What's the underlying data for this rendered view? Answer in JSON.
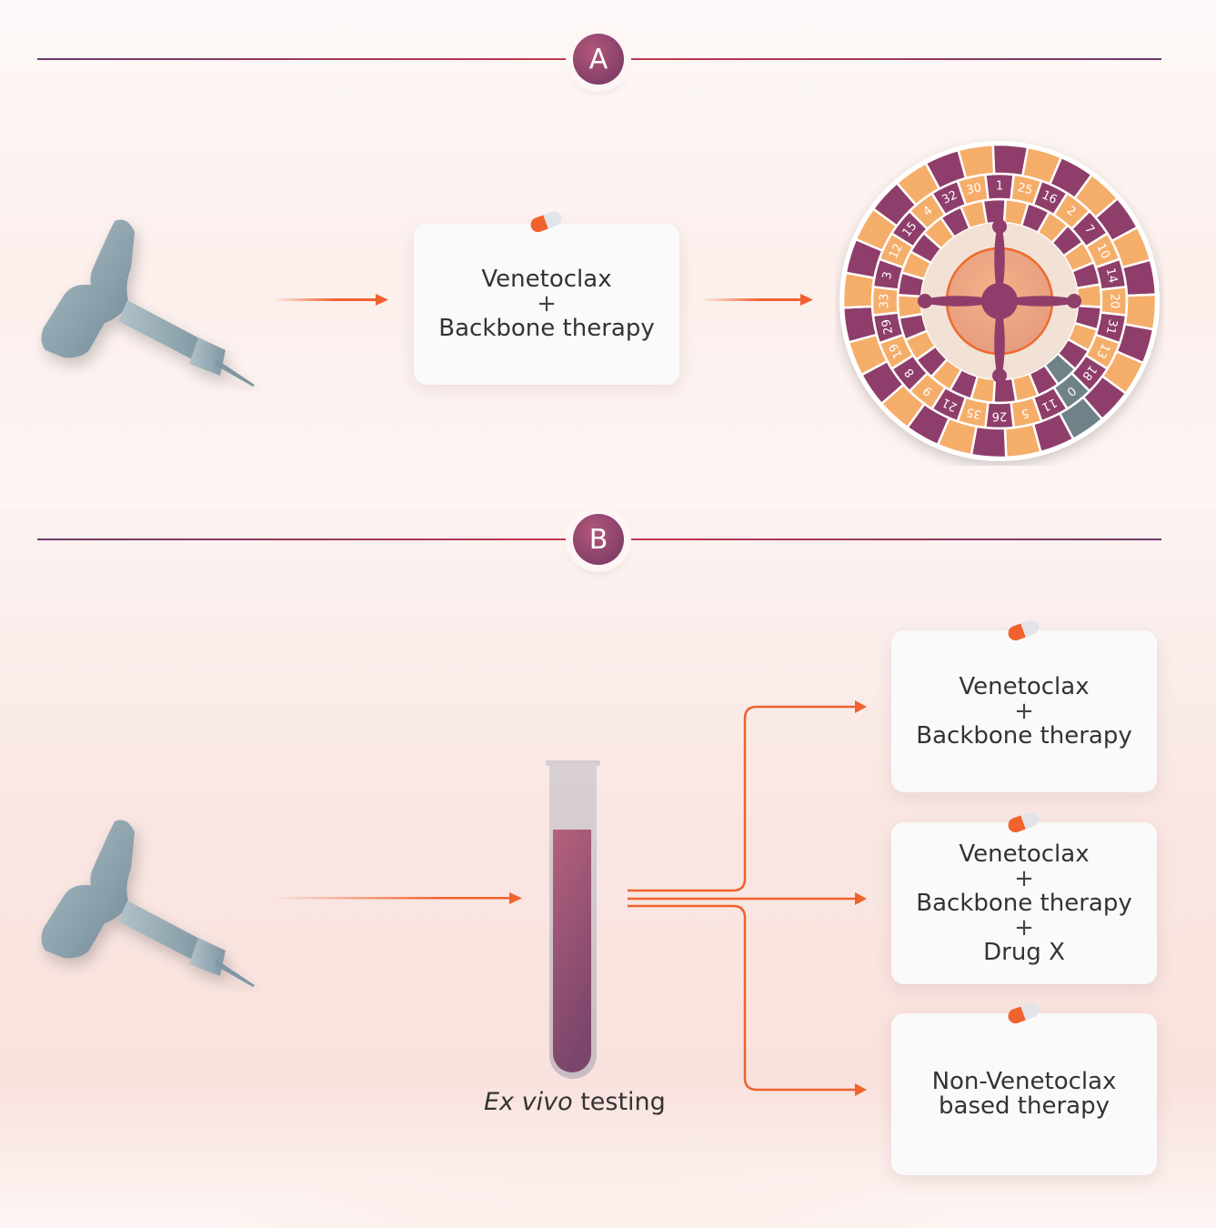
{
  "sections": [
    {
      "badge": "A",
      "steps": [
        {
          "type": "icon",
          "name": "bone-marrow-biopsy-needle"
        },
        {
          "type": "card",
          "lines": [
            "Venetoclax",
            "+",
            "Backbone therapy"
          ]
        },
        {
          "type": "icon",
          "name": "roulette-wheel"
        }
      ]
    },
    {
      "badge": "B",
      "tube_label_italic": "Ex vivo",
      "tube_label_rest": " testing",
      "cards": [
        {
          "lines": [
            "Venetoclax",
            "+",
            "Backbone therapy"
          ]
        },
        {
          "lines": [
            "Venetoclax",
            "+",
            "Backbone therapy",
            "+",
            "Drug X"
          ]
        },
        {
          "lines": [
            "Non-Venetoclax",
            "based therapy"
          ]
        }
      ]
    }
  ],
  "roulette": {
    "numbers": [
      "1",
      "25",
      "16",
      "2",
      "7",
      "10",
      "14",
      "20",
      "31",
      "13",
      "18",
      "0",
      "11",
      "5",
      "26",
      "35",
      "21",
      "9",
      "8",
      "19",
      "29",
      "33",
      "3",
      "12",
      "15",
      "4",
      "32",
      "30"
    ],
    "colors": [
      "P",
      "O",
      "P",
      "O",
      "P",
      "O",
      "P",
      "O",
      "P",
      "O",
      "P",
      "G",
      "P",
      "O",
      "P",
      "O",
      "P",
      "O",
      "P",
      "O",
      "P",
      "O",
      "P",
      "O",
      "P",
      "O",
      "P",
      "O"
    ]
  },
  "colors": {
    "accent_orange": "#f0622e",
    "purple": "#8f3e6b",
    "orange": "#f5ae6a",
    "grey": "#6f8288",
    "badge": "#8e4270",
    "tube_fill": "#8a4270",
    "needle": "#8fa4ae"
  }
}
